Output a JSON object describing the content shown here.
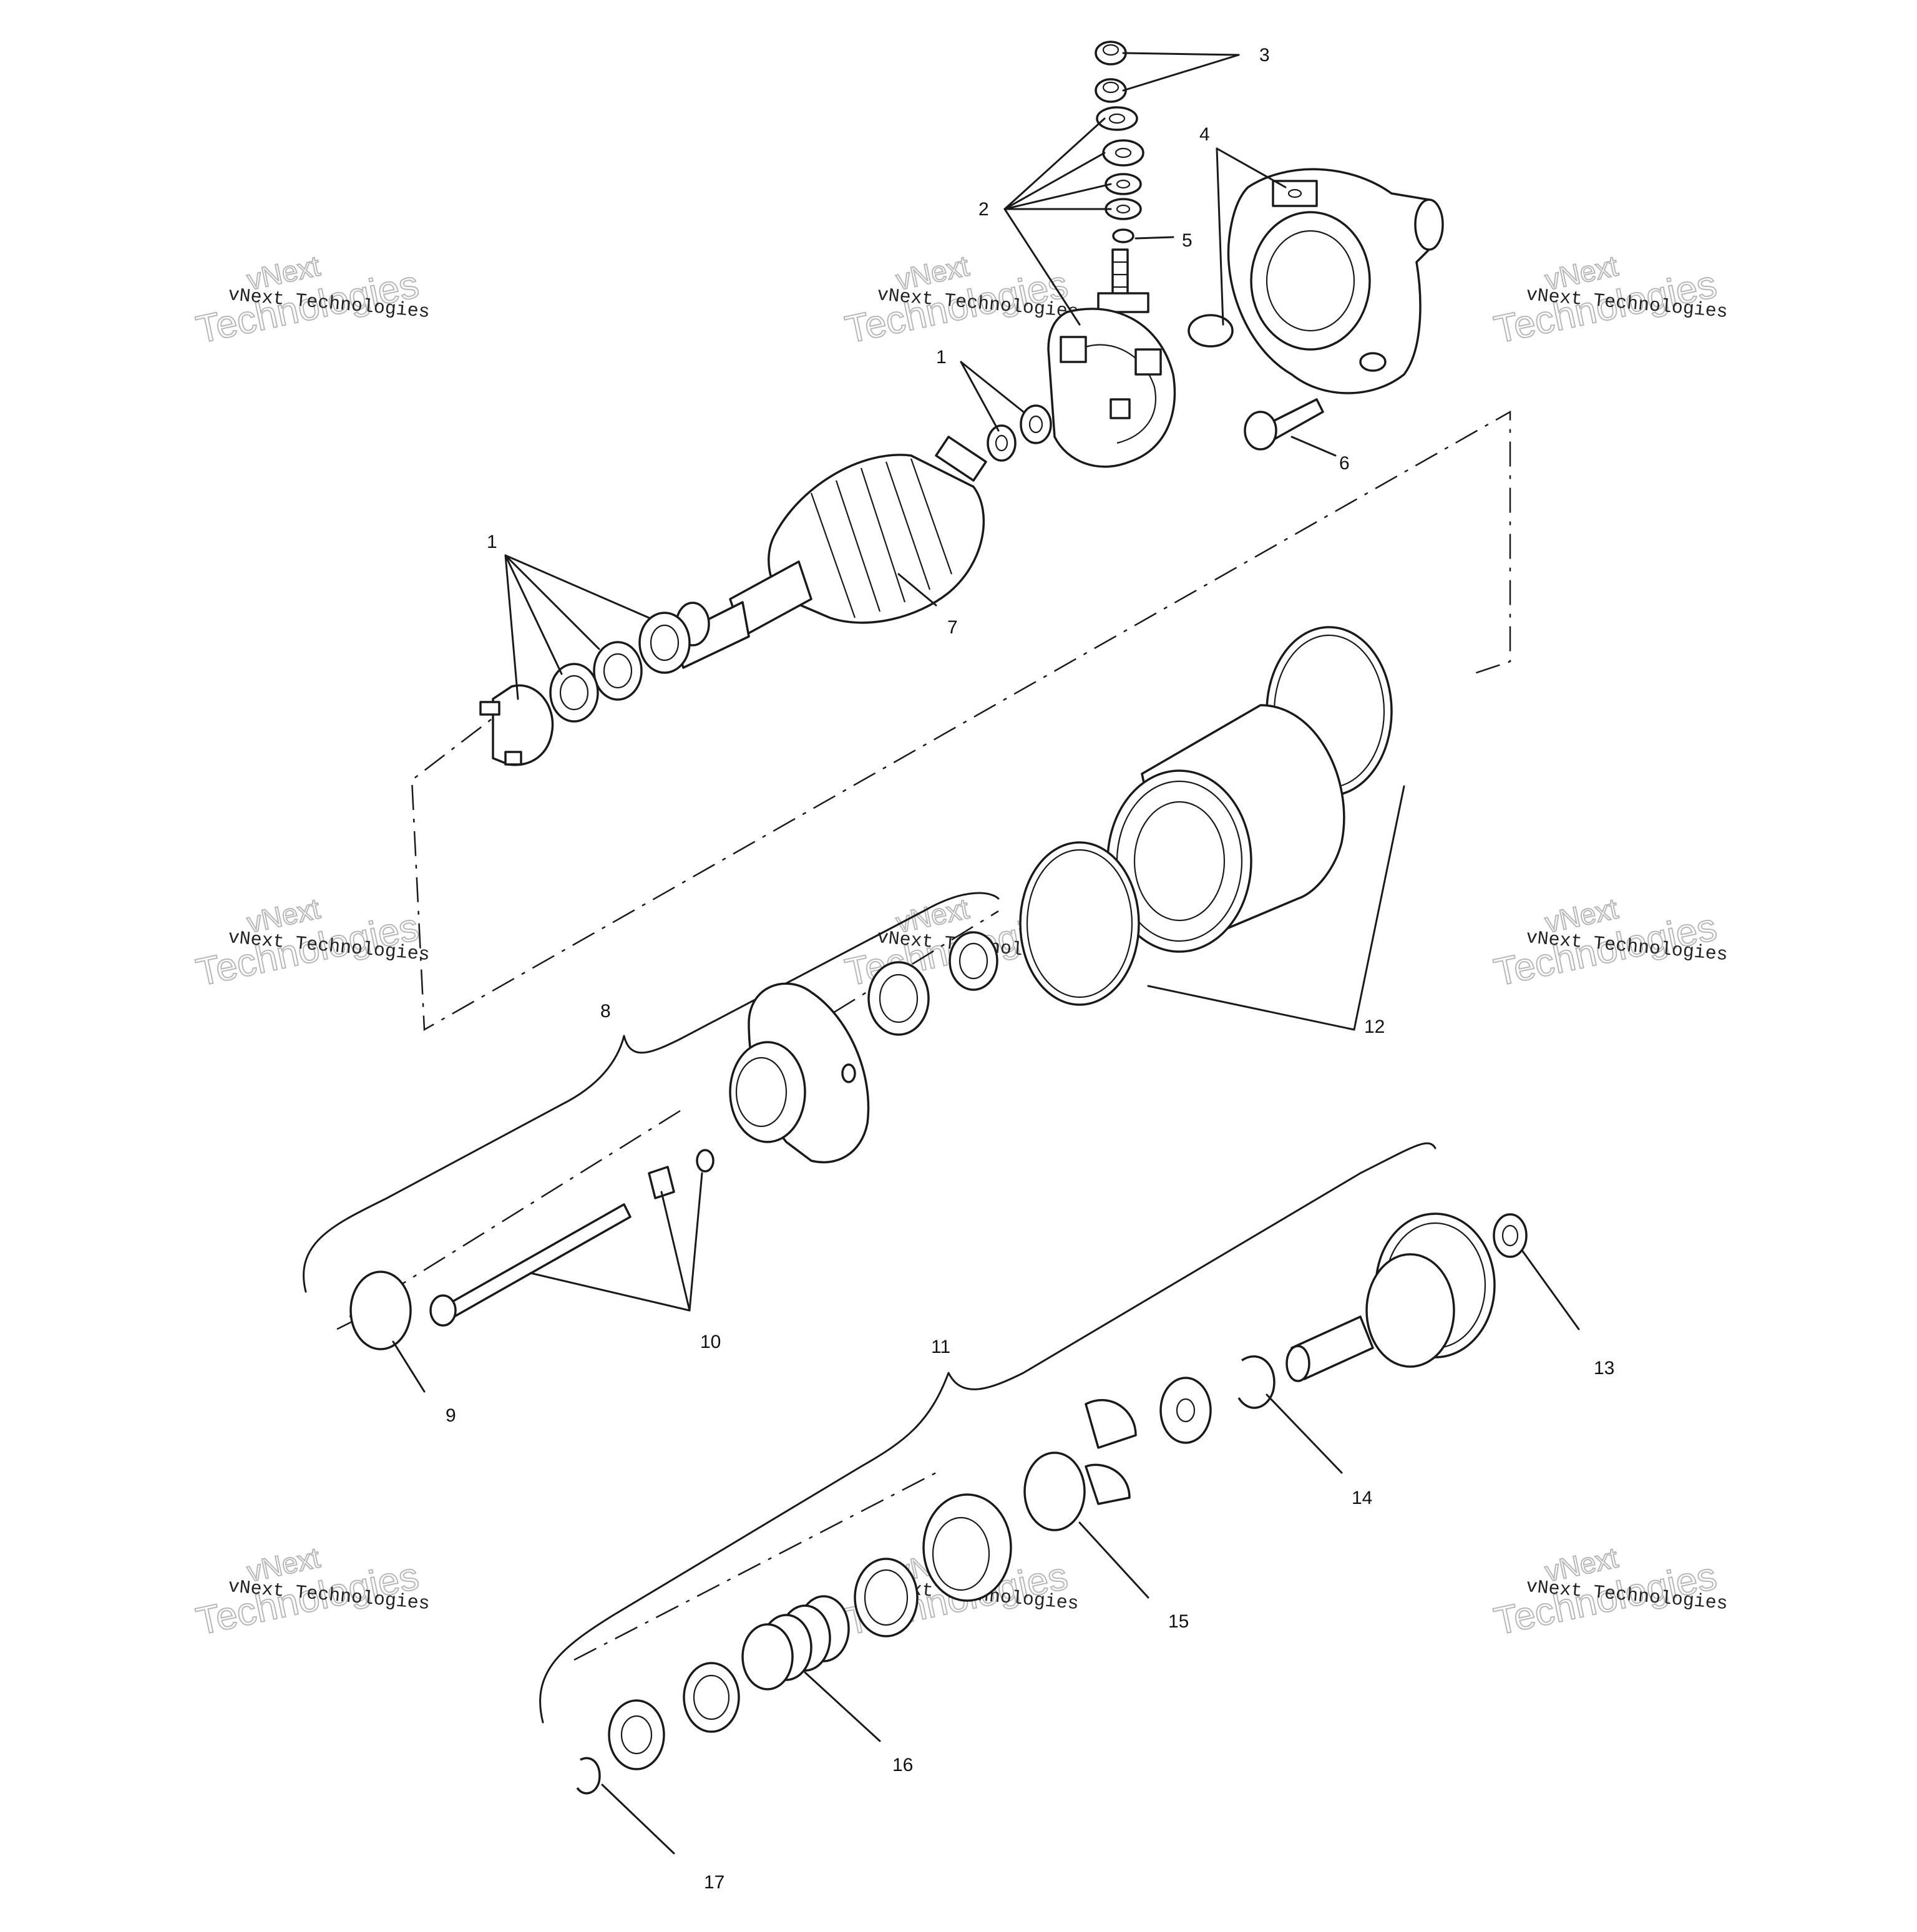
{
  "diagram": {
    "callouts": [
      {
        "id": "c1a",
        "text": "1"
      },
      {
        "id": "c1b",
        "text": "1"
      },
      {
        "id": "c2",
        "text": "2"
      },
      {
        "id": "c3",
        "text": "3"
      },
      {
        "id": "c4",
        "text": "4"
      },
      {
        "id": "c5",
        "text": "5"
      },
      {
        "id": "c6",
        "text": "6"
      },
      {
        "id": "c7",
        "text": "7"
      },
      {
        "id": "c8",
        "text": "8"
      },
      {
        "id": "c9",
        "text": "9"
      },
      {
        "id": "c10",
        "text": "10"
      },
      {
        "id": "c11",
        "text": "11"
      },
      {
        "id": "c12",
        "text": "12"
      },
      {
        "id": "c13",
        "text": "13"
      },
      {
        "id": "c14",
        "text": "14"
      },
      {
        "id": "c15",
        "text": "15"
      },
      {
        "id": "c16",
        "text": "16"
      },
      {
        "id": "c17",
        "text": "17"
      }
    ],
    "watermark": {
      "line1": "vNext Technologies",
      "line2": "vNext",
      "line3": "Technologies"
    }
  }
}
